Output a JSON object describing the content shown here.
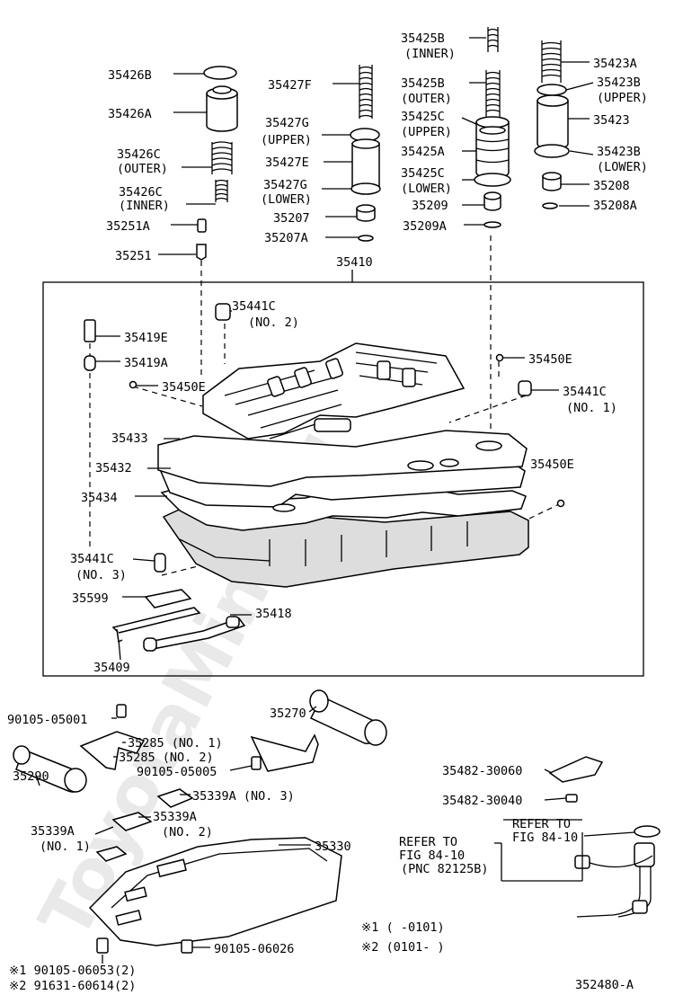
{
  "watermark": "ToyotaMine.ru",
  "frame_label": "35410",
  "figure_code": "352480-A",
  "labels": [
    {
      "id": "l01",
      "text": "35426B"
    },
    {
      "id": "l02",
      "text": "35426A"
    },
    {
      "id": "l03",
      "text": "35426C"
    },
    {
      "id": "l04",
      "text": "(OUTER)"
    },
    {
      "id": "l05",
      "text": "35426C"
    },
    {
      "id": "l06",
      "text": "(INNER)"
    },
    {
      "id": "l07",
      "text": "35251A"
    },
    {
      "id": "l08",
      "text": "35251"
    },
    {
      "id": "l09",
      "text": "35427F"
    },
    {
      "id": "l10",
      "text": "35427G"
    },
    {
      "id": "l11",
      "text": "(UPPER)"
    },
    {
      "id": "l12",
      "text": "35427E"
    },
    {
      "id": "l13",
      "text": "35427G"
    },
    {
      "id": "l14",
      "text": "(LOWER)"
    },
    {
      "id": "l15",
      "text": "35207"
    },
    {
      "id": "l16",
      "text": "35207A"
    },
    {
      "id": "l17",
      "text": "35425B"
    },
    {
      "id": "l18",
      "text": "(INNER)"
    },
    {
      "id": "l19",
      "text": "35425B"
    },
    {
      "id": "l20",
      "text": "(OUTER)"
    },
    {
      "id": "l21",
      "text": "35425C"
    },
    {
      "id": "l22",
      "text": "(UPPER)"
    },
    {
      "id": "l23",
      "text": "35425A"
    },
    {
      "id": "l24",
      "text": "35425C"
    },
    {
      "id": "l25",
      "text": "(LOWER)"
    },
    {
      "id": "l26",
      "text": "35209"
    },
    {
      "id": "l27",
      "text": "35209A"
    },
    {
      "id": "l28",
      "text": "35423A"
    },
    {
      "id": "l29",
      "text": "35423B"
    },
    {
      "id": "l30",
      "text": "(UPPER)"
    },
    {
      "id": "l31",
      "text": "35423"
    },
    {
      "id": "l32",
      "text": "35423B"
    },
    {
      "id": "l33",
      "text": "(LOWER)"
    },
    {
      "id": "l34",
      "text": "35208"
    },
    {
      "id": "l35",
      "text": "35208A"
    },
    {
      "id": "l36",
      "text": "35441C"
    },
    {
      "id": "l37",
      "text": "(NO. 2)"
    },
    {
      "id": "l38",
      "text": "35419E"
    },
    {
      "id": "l39",
      "text": "35419A"
    },
    {
      "id": "l40",
      "text": "35450E"
    },
    {
      "id": "l41",
      "text": "35450E"
    },
    {
      "id": "l42",
      "text": "35441C"
    },
    {
      "id": "l43",
      "text": "(NO. 1)"
    },
    {
      "id": "l44",
      "text": "35433"
    },
    {
      "id": "l45",
      "text": "35432"
    },
    {
      "id": "l46",
      "text": "35450E"
    },
    {
      "id": "l47",
      "text": "35434"
    },
    {
      "id": "l48",
      "text": "35441C"
    },
    {
      "id": "l49",
      "text": "(NO. 3)"
    },
    {
      "id": "l50",
      "text": "35599"
    },
    {
      "id": "l51",
      "text": "35418"
    },
    {
      "id": "l52",
      "text": "35409"
    },
    {
      "id": "l53",
      "text": "35270"
    },
    {
      "id": "l54",
      "text": "90105-05001"
    },
    {
      "id": "l55",
      "text": "35285 (NO. 1)"
    },
    {
      "id": "l56",
      "text": "35285 (NO. 2)"
    },
    {
      "id": "l57",
      "text": "90105-05005"
    },
    {
      "id": "l58",
      "text": "35290"
    },
    {
      "id": "l59",
      "text": "35339A (NO. 3)"
    },
    {
      "id": "l60",
      "text": "35339A"
    },
    {
      "id": "l61",
      "text": "(NO. 1)"
    },
    {
      "id": "l62",
      "text": "35339A"
    },
    {
      "id": "l63",
      "text": "(NO. 2)"
    },
    {
      "id": "l64",
      "text": "35330"
    },
    {
      "id": "l65",
      "text": "35482-30060"
    },
    {
      "id": "l66",
      "text": "35482-30040"
    },
    {
      "id": "l67",
      "text": "REFER TO"
    },
    {
      "id": "l68",
      "text": "FIG 84-10"
    },
    {
      "id": "l69",
      "text": "REFER TO"
    },
    {
      "id": "l70",
      "text": "FIG 84-10"
    },
    {
      "id": "l71",
      "text": "(PNC 82125B)"
    },
    {
      "id": "l72",
      "text": "90105-06026"
    },
    {
      "id": "l73",
      "text": "※1 (     -0101)"
    },
    {
      "id": "l74",
      "text": "※2 (0101-     )"
    },
    {
      "id": "l75",
      "text": "※1 90105-06053(2)"
    },
    {
      "id": "l76",
      "text": "※2 91631-60614(2)"
    }
  ]
}
